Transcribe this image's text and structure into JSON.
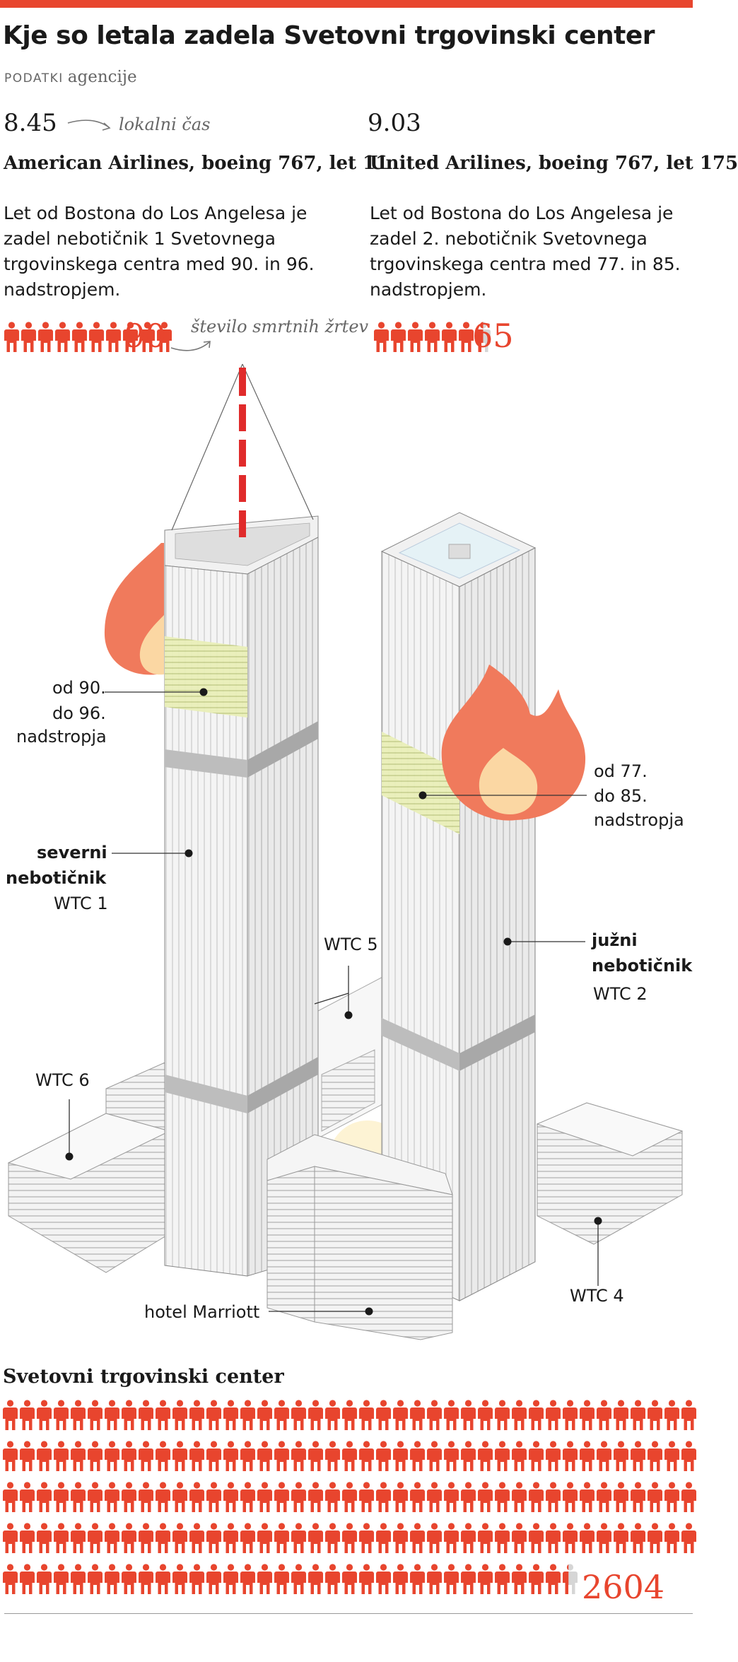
{
  "title": "Kje so letala zadela Svetovni trgovinski center",
  "source_label": "PODATKI",
  "source_value": "agencije",
  "local_time_note": "lokalni čas",
  "death_toll_note": "število smrtnih žrtev",
  "flights": [
    {
      "time": "8.45",
      "name": "American Airlines, boeing 767, let 11",
      "description": "Let od Bostona do Los Angelesa je zadel nebotičnik 1 Svetovnega trgovinskega centra med 90. in 96. nadstropjem.",
      "deaths": 90
    },
    {
      "time": "9.03",
      "name": "United Arilines, boeing 767, let 175",
      "description": "Let od Bostona do Los Angelesa je zadel 2. nebotičnik Svetovnega trgovinskega centra med 77. in 85. nadstropjem.",
      "deaths": 65
    }
  ],
  "labels": {
    "north_floors": [
      "od 90.",
      "do 96.",
      "nadstropja"
    ],
    "south_floors": [
      "od 77.",
      "do 85.",
      "nadstropja"
    ],
    "north_name": [
      "severni",
      "nebotičnik"
    ],
    "north_code": "WTC 1",
    "south_name": [
      "južni",
      "nebotičnik"
    ],
    "south_code": "WTC 2",
    "wtc5": "WTC 5",
    "wtc6": "WTC 6",
    "wtc4": "WTC 4",
    "marriott": "hotel Marriott"
  },
  "total": {
    "title": "Svetovni trgovinski center",
    "deaths": 2604
  },
  "colors": {
    "accent": "#e8452e",
    "flame_outer": "#f07a5c",
    "flame_inner": "#fbd7a3",
    "impact_zone": "#e9efb8",
    "antenna_red": "#e02b2b"
  }
}
